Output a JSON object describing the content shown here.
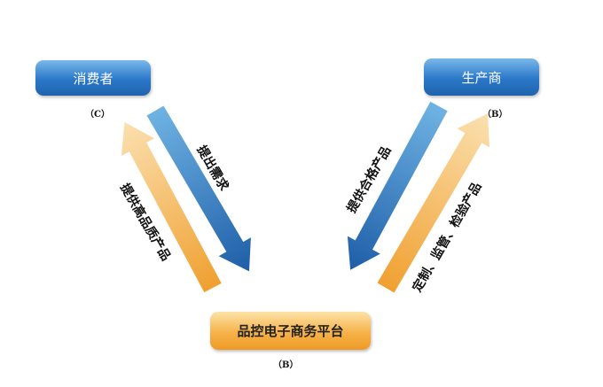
{
  "nodes": {
    "consumer": {
      "label": "消费者",
      "tag": "（C）"
    },
    "producer": {
      "label": "生产商",
      "tag": "（B）"
    },
    "platform": {
      "label": "品控电子商务平台",
      "tag": "（B）"
    }
  },
  "edges": {
    "consumer_to_platform": "提出需求",
    "platform_to_consumer": "提供高品质产品",
    "producer_to_platform": "提供合格产品",
    "platform_to_producer": "定制、监管、检验产品"
  },
  "colors": {
    "blue": "#2a78c8",
    "orange": "#f6b24a"
  }
}
